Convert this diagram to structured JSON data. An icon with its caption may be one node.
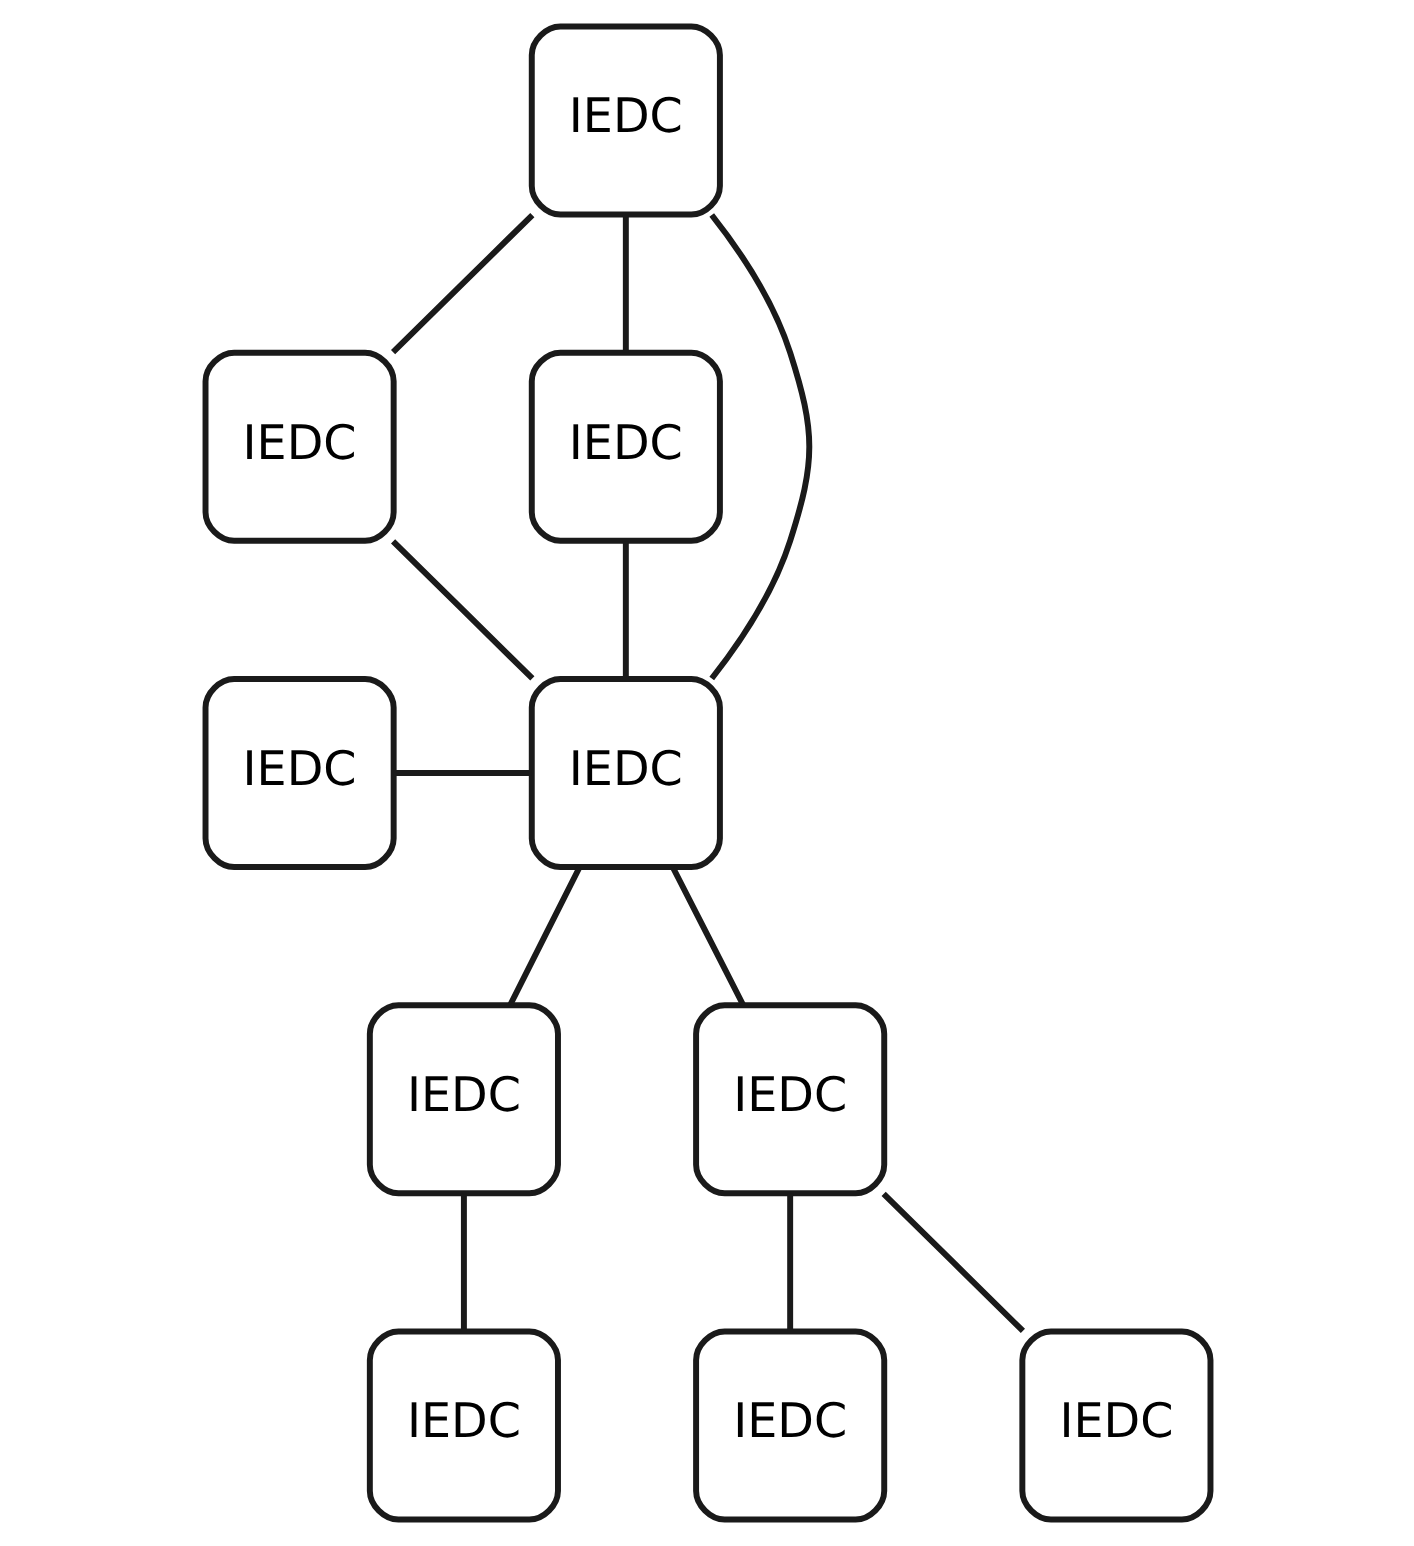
{
  "diagram": {
    "nodes": [
      {
        "text": [
          "IEDC"
        ]
      },
      {
        "text": [
          "IEDC"
        ]
      },
      {
        "text": [
          "IEDC"
        ]
      },
      {
        "text": [
          "IEDC"
        ]
      },
      {
        "text": [
          "IEDC"
        ]
      },
      {
        "text": [
          "IEDC"
        ]
      },
      {
        "text": [
          "IEDC"
        ]
      },
      {
        "text": [
          "IEDC"
        ]
      },
      {
        "text": [
          "IEDC"
        ]
      },
      {
        "text": [
          "IEDC"
        ]
      }
    ],
    "edges": [
      {
        "from": 0,
        "to": 1,
        "arrow": "none"
      },
      {
        "from": 0,
        "to": 4,
        "arrow": "none"
      },
      {
        "from": 0,
        "to": 2,
        "arrow": "none"
      },
      {
        "from": 1,
        "to": 4,
        "arrow": "none"
      },
      {
        "from": 2,
        "to": 4,
        "arrow": "none"
      },
      {
        "from": 3,
        "to": 4,
        "arrow": "none"
      },
      {
        "from": 4,
        "to": 5,
        "arrow": "none"
      },
      {
        "from": 4,
        "to": 6,
        "arrow": "none"
      },
      {
        "from": 5,
        "to": 7,
        "arrow": "none"
      },
      {
        "from": 6,
        "to": 8,
        "arrow": "none"
      },
      {
        "from": 6,
        "to": 9,
        "arrow": "none"
      }
    ]
  }
}
